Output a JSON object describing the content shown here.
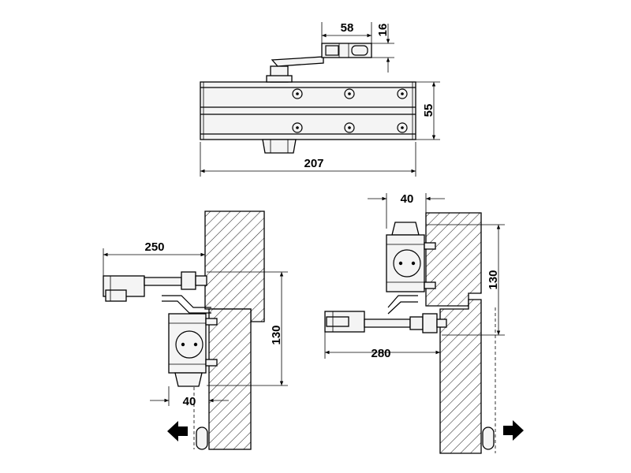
{
  "top_view": {
    "dim_arm_width": "58",
    "dim_arm_height": "16",
    "dim_body_height": "55",
    "dim_body_length": "207"
  },
  "left_view": {
    "dim_arm_reach": "250",
    "dim_vertical": "130",
    "dim_offset": "40",
    "arrow": "arrow-left-icon"
  },
  "right_view": {
    "dim_offset": "40",
    "dim_vertical": "130",
    "dim_arm_reach": "280",
    "arrow": "arrow-right-icon"
  }
}
